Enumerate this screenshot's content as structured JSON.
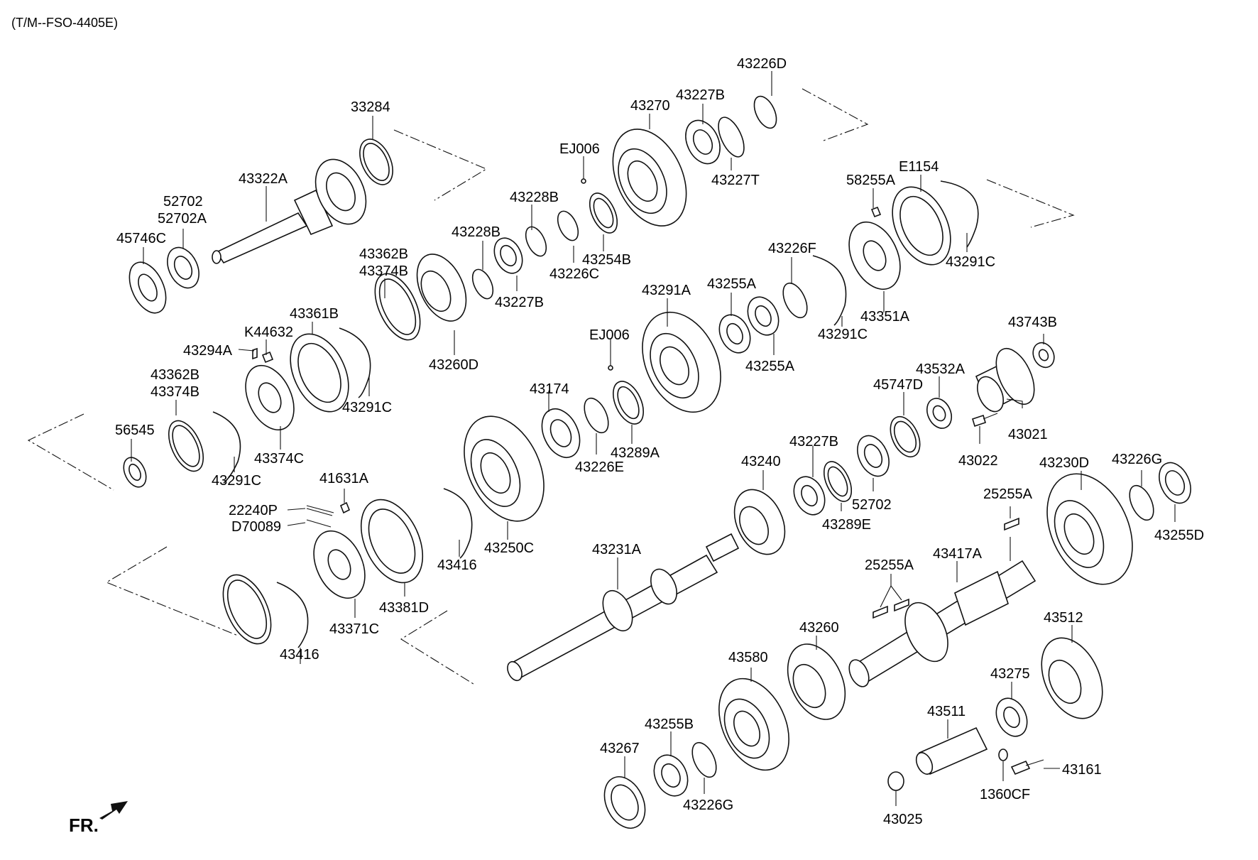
{
  "header": "(T/M--FSO-4405E)",
  "front_label": "FR.",
  "labels": {
    "l33284": "33284",
    "l43322A": "43322A",
    "l52702a": "52702",
    "l52702A": "52702A",
    "l45746C": "45746C",
    "l43226D": "43226D",
    "l43227B_1": "43227B",
    "l43270": "43270",
    "l43227T": "43227T",
    "lEJ006_1": "EJ006",
    "l43228B_1": "43228B",
    "l43228B_2": "43228B",
    "l43254B": "43254B",
    "l43226C": "43226C",
    "l43227B_2": "43227B",
    "l43362B_1": "43362B",
    "l43374B_1": "43374B",
    "l43260D": "43260D",
    "l43361B": "43361B",
    "lK44632": "K44632",
    "l43294A": "43294A",
    "l43291C_1": "43291C",
    "l43362B_2": "43362B",
    "l43374B_2": "43374B",
    "l43374C": "43374C",
    "l43291C_2": "43291C",
    "l56545": "56545",
    "l58255A": "58255A",
    "lE1154": "E1154",
    "l43291C_3": "43291C",
    "l43226F": "43226F",
    "l43291A": "43291A",
    "l43255A_1": "43255A",
    "l43255A_2": "43255A",
    "l43291C_4": "43291C",
    "l43351A": "43351A",
    "lEJ006_2": "EJ006",
    "l43174": "43174",
    "l43289A": "43289A",
    "l43226E": "43226E",
    "l43743B": "43743B",
    "l43532A": "43532A",
    "l45747D": "45747D",
    "l43021": "43021",
    "l43022": "43022",
    "l43227B_3": "43227B",
    "l43240": "43240",
    "l52702b": "52702",
    "l43289E": "43289E",
    "l43230D": "43230D",
    "l43226G_1": "43226G",
    "l43255D": "43255D",
    "l25255A_1": "25255A",
    "l25255A_2": "25255A",
    "l43417A": "43417A",
    "l41631A": "41631A",
    "l22240P": "22240P",
    "lD70089": "D70089",
    "l43416_1": "43416",
    "l43250C": "43250C",
    "l43381D": "43381D",
    "l43371C": "43371C",
    "l43416_2": "43416",
    "l43231A": "43231A",
    "l43260": "43260",
    "l43580": "43580",
    "l43512": "43512",
    "l43275": "43275",
    "l43511": "43511",
    "l43161": "43161",
    "l1360CF": "1360CF",
    "l43025": "43025",
    "l43267": "43267",
    "l43255B": "43255B",
    "l43226G_2": "43226G"
  }
}
